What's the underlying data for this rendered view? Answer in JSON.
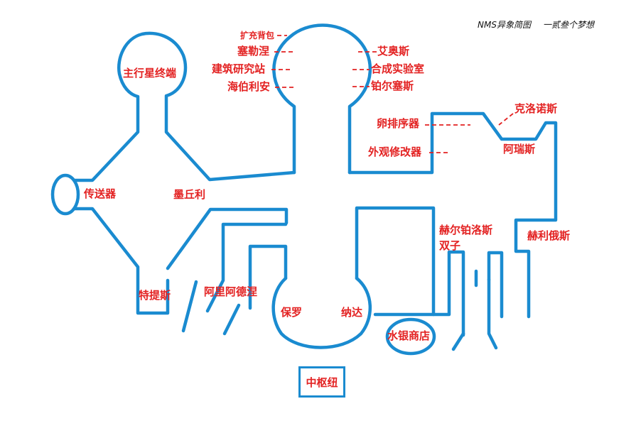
{
  "header": {
    "title": "NMS异象简图",
    "author": "一贰叁个梦想"
  },
  "labels": {
    "terminal": "主行星终端",
    "backpack": "扩充背包",
    "selene": "塞勒涅",
    "construction": "建筑研究站",
    "haiboliyan": "海伯利安",
    "aiaosi": "艾奥斯",
    "synthesis": "合成实验室",
    "bo_er_sai_si": "铂尔塞斯",
    "kelonuosi": "克洛诺斯",
    "egg": "卵排序器",
    "appearance": "外观修改器",
    "arui": "阿瑞斯",
    "teleport": "传送器",
    "mochili": "墨丘利",
    "heer": "赫尔铂洛斯",
    "twins": "双子",
    "heli": "赫利俄斯",
    "tetis": "特提斯",
    "alide": "阿里阿德涅",
    "baoluo": "保罗",
    "nada": "纳达",
    "mercury_shop": "水银商店",
    "hub": "中枢纽"
  },
  "colors": {
    "wall": "#1a8bd0",
    "label": "#e32222",
    "title": "#111111"
  }
}
